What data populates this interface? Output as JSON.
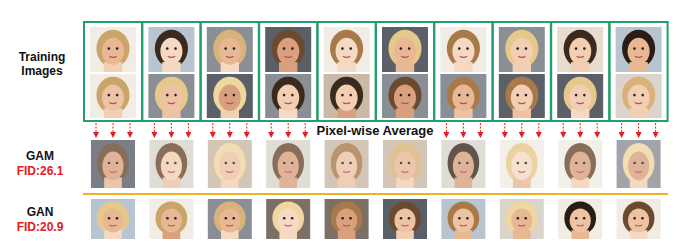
{
  "diagram": {
    "labels": [
      "Training Images",
      "Pixel-wise Average",
      "GAM",
      "FID:26.1",
      "GAN",
      "FID:20.9"
    ]
  }
}
